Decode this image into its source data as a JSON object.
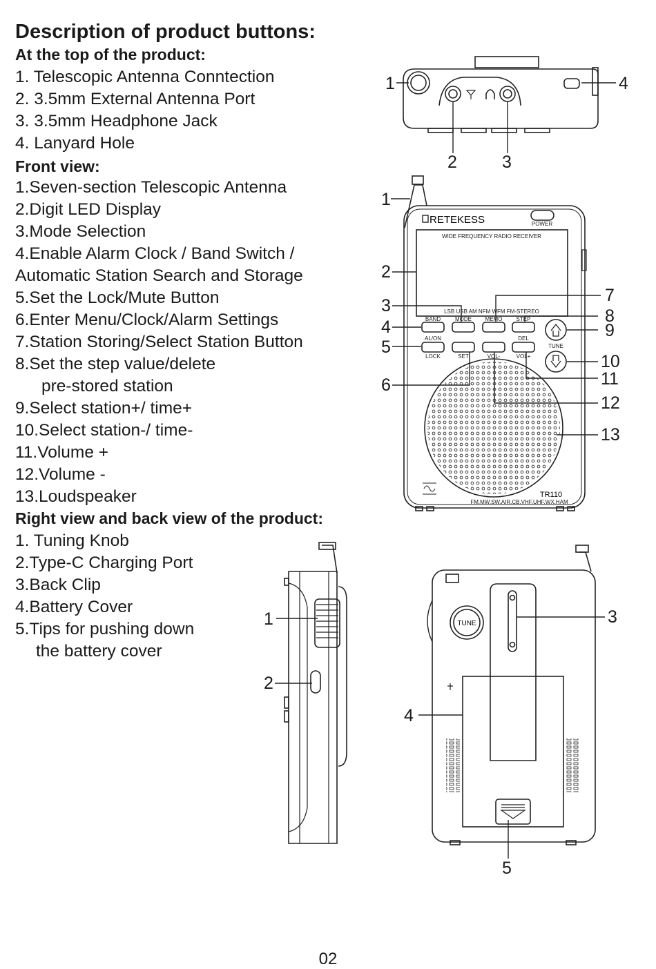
{
  "title": "Description of product buttons:",
  "top": {
    "heading": "At the top of the product:",
    "items": [
      "1. Telescopic Antenna Conntection",
      "2. 3.5mm External Antenna Port",
      "3. 3.5mm Headphone Jack",
      "4. Lanyard Hole"
    ]
  },
  "front": {
    "heading": "Front view:",
    "items": [
      "1.Seven-section Telescopic Antenna",
      "2.Digit LED Display",
      "3.Mode Selection",
      "4.Enable Alarm Clock / Band Switch /",
      "Automatic Station Search and Storage",
      "5.Set the Lock/Mute Button",
      "6.Enter Menu/Clock/Alarm Settings",
      "7.Station Storing/Select Station Button",
      "8.Set the step value/delete",
      "pre-stored station",
      "9.Select station+/ time+",
      "10.Select station-/ time-",
      "11.Volume +",
      "12.Volume -",
      "13.Loudspeaker"
    ]
  },
  "right_back": {
    "heading": "Right view and back view of the product:",
    "items": [
      "1. Tuning Knob",
      "2.Type-C Charging Port",
      "3.Back Clip",
      "4.Battery Cover",
      "5.Tips for pushing down",
      "the battery cover"
    ]
  },
  "page_number": "02",
  "device": {
    "brand": "RETEKESS",
    "power_label": "POWER",
    "display_caption": "WIDE FREQUENCY RADIO RECEIVER",
    "mode_strip": "LSB USB AM NFM WFM FM-STEREO",
    "buttons_row1": [
      "BAND",
      "MODE",
      "MEMO",
      "STEP"
    ],
    "buttons_row2": [
      "AL/ON",
      "",
      "",
      "DEL"
    ],
    "buttons_row3": [
      "LOCK",
      "SET",
      "VOL-",
      "VOL+"
    ],
    "tune_label": "TUNE",
    "model": "TR110",
    "bands": "FM.MW.SW.AIR.CB.VHF.UHF.WX.HAM",
    "back_tune": "TUNE"
  },
  "callouts": {
    "top": [
      "1",
      "2",
      "3",
      "4"
    ],
    "front": [
      "1",
      "2",
      "3",
      "4",
      "5",
      "6",
      "7",
      "8",
      "9",
      "10",
      "11",
      "12",
      "13"
    ],
    "side": [
      "1",
      "2"
    ],
    "back": [
      "3",
      "4",
      "5"
    ]
  }
}
